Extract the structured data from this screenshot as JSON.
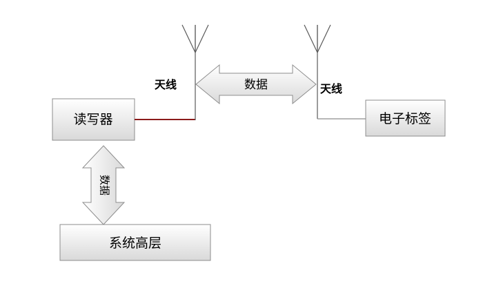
{
  "blocks": {
    "reader": "读写器",
    "tag": "电子标签",
    "host": "系统高层"
  },
  "antenna_labels": {
    "reader_side": "天线",
    "tag_side": "天线"
  },
  "arrows": {
    "horizontal": "数据",
    "vertical": "数据"
  },
  "colors": {
    "block_fill_top": "#ffffff",
    "block_fill_bottom": "#d9d9d9",
    "block_stroke": "#8c8c8c",
    "reader_link": "#8b1a1a",
    "line": "#595959"
  }
}
